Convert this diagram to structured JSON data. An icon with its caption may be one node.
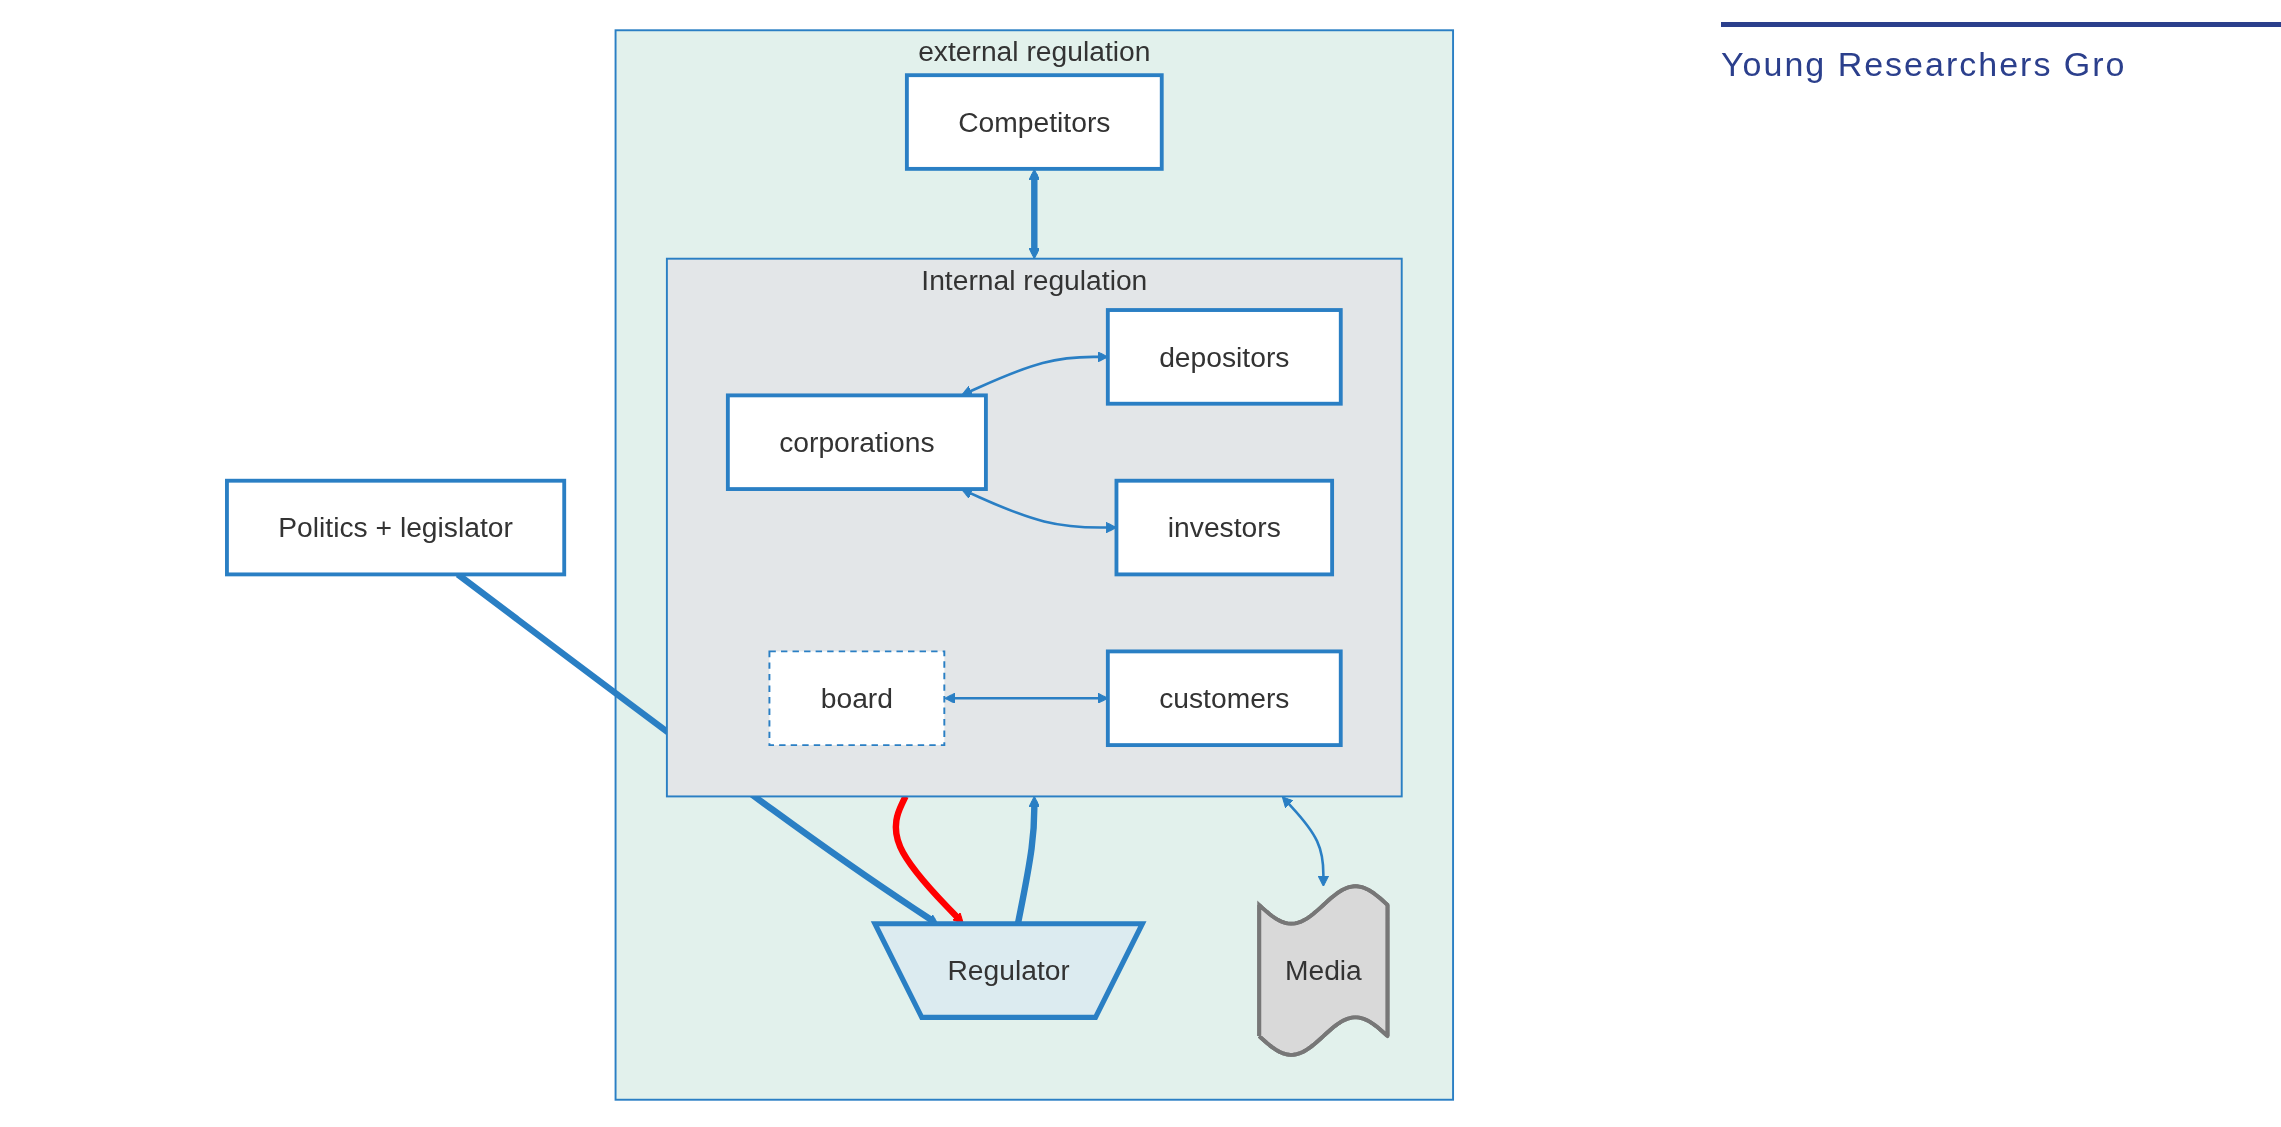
{
  "diagram": {
    "nodes": [
      {
        "text": [
          "Politics + legislator"
        ]
      },
      {
        "text": [
          "external regulation"
        ]
      },
      {
        "text": [
          "Regulator"
        ],
        "in": 1
      },
      {
        "text": [
          "Internal regulation"
        ],
        "in": 1
      },
      {
        "text": [
          "Competitors"
        ],
        "in": 1
      },
      {
        "text": [
          "corporations"
        ],
        "in": 3
      },
      {
        "text": [
          "board"
        ],
        "in": 3
      },
      {
        "text": [
          "depositors"
        ],
        "in": 3
      },
      {
        "text": [
          "investors"
        ],
        "in": 3
      },
      {
        "text": [
          "customers"
        ],
        "in": 3
      },
      {
        "text": [
          "Media"
        ],
        "in": 1
      }
    ],
    "edges": [
      {
        "from": 0,
        "to": 2,
        "arrow": "to",
        "style": "thick"
      },
      {
        "from": 2,
        "to": 3,
        "arrow": "to",
        "style": "thick"
      },
      {
        "from": 3,
        "to": 2,
        "arrow": "to",
        "style": "thick",
        "color": "#ff0000"
      },
      {
        "from": 4,
        "to": 3,
        "arrow": "both",
        "style": "thick"
      },
      {
        "from": 5,
        "to": 7,
        "arrow": "both"
      },
      {
        "from": 5,
        "to": 8,
        "arrow": "both"
      },
      {
        "from": 6,
        "to": 9,
        "arrow": "both"
      },
      {
        "from": 3,
        "to": 10,
        "arrow": "both"
      }
    ],
    "labels": [
      "Young Researchers Gro"
    ]
  }
}
